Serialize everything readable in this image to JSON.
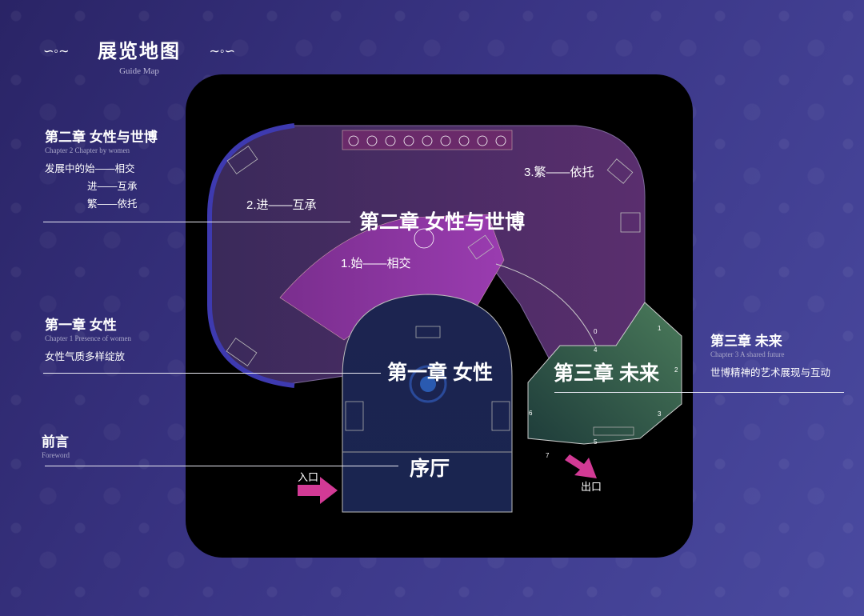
{
  "header": {
    "title": "展览地图",
    "subtitle": "Guide Map"
  },
  "legend": {
    "chapter2": {
      "title": "第二章 女性与世博",
      "en": "Chapter 2 Chapter by women",
      "lines": [
        "发展中的始——相交",
        "进——互承",
        "繁——依托"
      ]
    },
    "chapter1": {
      "title": "第一章 女性",
      "en": "Chapter 1 Presence of women",
      "lines": [
        "女性气质多样绽放"
      ]
    },
    "foreword": {
      "title": "前言",
      "en": "Foreword"
    },
    "chapter3": {
      "title": "第三章 未来",
      "en": "Chapter 3 A shared future",
      "lines": [
        "世博精神的艺术展现与互动"
      ]
    }
  },
  "map": {
    "chapter2_label": "第二章 女性与世博",
    "chapter1_label": "第一章 女性",
    "chapter3_label": "第三章 未来",
    "foyer_label": "序厅",
    "zone1": "1.始——相交",
    "zone2": "2.进——互承",
    "zone3": "3.繁——依托",
    "entrance": "入口",
    "exit": "出口",
    "booth_numbers": [
      "0",
      "1",
      "2",
      "3",
      "4",
      "5",
      "6",
      "7"
    ]
  },
  "colors": {
    "map_bg": "#000000",
    "chapter2_purple": "#4a2c66",
    "zone1_magenta": "#8a3aa0",
    "chapter1_navy": "#1f2a5a",
    "chapter3_green": "#3b5a52",
    "arrow_pink": "#d23a95"
  }
}
